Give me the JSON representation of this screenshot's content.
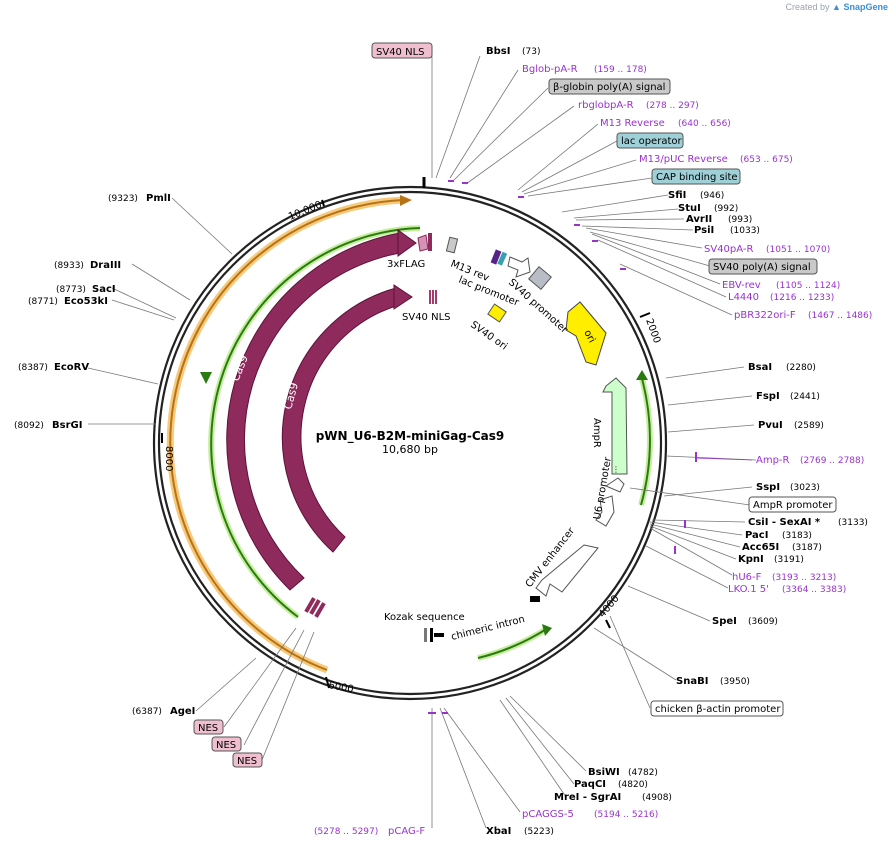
{
  "credit": {
    "prefix": "Created by",
    "brand": "SnapGene"
  },
  "plasmid": {
    "name": "pWN_U6-B2M-miniGag-Cas9",
    "length_label": "10,680 bp",
    "length": 10680
  },
  "colors": {
    "cas9": "#8f2a5c",
    "cas9_stroke": "#5c1338",
    "orange": "#f7b64b",
    "green": "#2a7a11",
    "green_glow": "#c4ee9b",
    "primer": "#9933cc",
    "gray_box": "#c9c9c9",
    "teal_box": "#9fd0d8",
    "pink_box": "#f0bfcf",
    "ori": "#ffee00",
    "ampr": "#ccffcc"
  },
  "ruler": [
    {
      "pos": 2000,
      "label": "2000"
    },
    {
      "pos": 4000,
      "label": "4000"
    },
    {
      "pos": 6000,
      "label": "6000"
    },
    {
      "pos": 8000,
      "label": "8000"
    },
    {
      "pos": 10000,
      "label": "10,000"
    }
  ],
  "sites": [
    {
      "name": "BbsI",
      "pos": "(73)",
      "bold": true,
      "color": "#000000"
    },
    {
      "name": "Bglob-pA-R",
      "pos": "(159 .. 178)",
      "bold": false,
      "color": "#9933cc"
    },
    {
      "name": "β-globin poly(A) signal",
      "pos": "",
      "box": "gray"
    },
    {
      "name": "rbglobpA-R",
      "pos": "(278 .. 297)",
      "bold": false,
      "color": "#9933cc"
    },
    {
      "name": "M13 Reverse",
      "pos": "(640 .. 656)",
      "bold": false,
      "color": "#9933cc"
    },
    {
      "name": "lac operator",
      "pos": "",
      "box": "teal"
    },
    {
      "name": "M13/pUC Reverse",
      "pos": "(653 .. 675)",
      "bold": false,
      "color": "#9933cc"
    },
    {
      "name": "CAP binding site",
      "pos": "",
      "box": "teal"
    },
    {
      "name": "SfiI",
      "pos": "(946)",
      "bold": true,
      "color": "#000000"
    },
    {
      "name": "StuI",
      "pos": "(992)",
      "bold": true,
      "color": "#000000"
    },
    {
      "name": "AvrII",
      "pos": "(993)",
      "bold": true,
      "color": "#000000"
    },
    {
      "name": "PsiI",
      "pos": "(1033)",
      "bold": true,
      "color": "#000000"
    },
    {
      "name": "SV40pA-R",
      "pos": "(1051 .. 1070)",
      "bold": false,
      "color": "#9933cc"
    },
    {
      "name": "SV40 poly(A) signal",
      "pos": "",
      "box": "gray"
    },
    {
      "name": "EBV-rev",
      "pos": "(1105 .. 1124)",
      "bold": false,
      "color": "#9933cc"
    },
    {
      "name": "L4440",
      "pos": "(1216 .. 1233)",
      "bold": false,
      "color": "#9933cc"
    },
    {
      "name": "pBR322ori-F",
      "pos": "(1467 .. 1486)",
      "bold": false,
      "color": "#9933cc"
    },
    {
      "name": "BsaI",
      "pos": "(2280)",
      "bold": true,
      "color": "#000000"
    },
    {
      "name": "FspI",
      "pos": "(2441)",
      "bold": true,
      "color": "#000000"
    },
    {
      "name": "PvuI",
      "pos": "(2589)",
      "bold": true,
      "color": "#000000"
    },
    {
      "name": "Amp-R",
      "pos": "(2769 .. 2788)",
      "bold": false,
      "color": "#9933cc"
    },
    {
      "name": "SspI",
      "pos": "(3023)",
      "bold": true,
      "color": "#000000"
    },
    {
      "name": "AmpR promoter",
      "pos": "",
      "box": "white"
    },
    {
      "name": "CsiI  - SexAI *",
      "pos": "(3133)",
      "bold": true,
      "color": "#000000"
    },
    {
      "name": "PacI",
      "pos": "(3183)",
      "bold": true,
      "color": "#000000"
    },
    {
      "name": "Acc65I",
      "pos": "(3187)",
      "bold": true,
      "color": "#000000"
    },
    {
      "name": "KpnI",
      "pos": "(3191)",
      "bold": true,
      "color": "#000000"
    },
    {
      "name": "hU6-F",
      "pos": "(3193 .. 3213)",
      "bold": false,
      "color": "#9933cc"
    },
    {
      "name": "LKO.1 5'",
      "pos": "(3364 .. 3383)",
      "bold": false,
      "color": "#9933cc"
    },
    {
      "name": "SpeI",
      "pos": "(3609)",
      "bold": true,
      "color": "#000000"
    },
    {
      "name": "SnaBI",
      "pos": "(3950)",
      "bold": true,
      "color": "#000000"
    },
    {
      "name": "chicken β-actin promoter",
      "pos": "",
      "box": "white"
    },
    {
      "name": "BsiWI",
      "pos": "(4782)",
      "bold": true,
      "color": "#000000"
    },
    {
      "name": "PaqCI",
      "pos": "(4820)",
      "bold": true,
      "color": "#000000"
    },
    {
      "name": "MreI  - SgrAI",
      "pos": "(4908)",
      "bold": true,
      "color": "#000000"
    },
    {
      "name": "pCAGGS-5",
      "pos": "(5194 .. 5216)",
      "bold": false,
      "color": "#9933cc"
    },
    {
      "name": "XbaI",
      "pos": "(5223)",
      "bold": true,
      "color": "#000000"
    },
    {
      "name": "pCAG-F",
      "pos": "(5278 .. 5297)",
      "bold": false,
      "color": "#9933cc"
    },
    {
      "name": "AgeI",
      "pos": "(6387)",
      "bold": true,
      "color": "#000000"
    },
    {
      "name": "NES",
      "pos": "",
      "box": "pink"
    },
    {
      "name": "NES",
      "pos": "",
      "box": "pink"
    },
    {
      "name": "NES",
      "pos": "",
      "box": "pink"
    },
    {
      "name": "BsrGI",
      "pos": "(8092)",
      "bold": true,
      "color": "#000000"
    },
    {
      "name": "EcoRV",
      "pos": "(8387)",
      "bold": true,
      "color": "#000000"
    },
    {
      "name": "Eco53kI",
      "pos": "(8771)",
      "bold": true,
      "color": "#000000"
    },
    {
      "name": "SacI",
      "pos": "(8773)",
      "bold": true,
      "color": "#000000"
    },
    {
      "name": "DraIII",
      "pos": "(8933)",
      "bold": true,
      "color": "#000000"
    },
    {
      "name": "PmlI",
      "pos": "(9323)",
      "bold": true,
      "color": "#000000"
    },
    {
      "name": "SV40 NLS",
      "pos": "",
      "box": "pink"
    }
  ],
  "features": [
    {
      "name": "Cas9",
      "label": "Cas9"
    },
    {
      "name": "Cas9",
      "label": "Cas9"
    },
    {
      "name": "3xFLAG",
      "label": "3xFLAG"
    },
    {
      "name": "SV40 NLS",
      "label": "SV40 NLS"
    },
    {
      "name": "M13 rev",
      "label": "M13 rev"
    },
    {
      "name": "lac promoter",
      "label": "lac promoter"
    },
    {
      "name": "SV40 promoter",
      "label": "SV40 promoter"
    },
    {
      "name": "SV40 ori",
      "label": "SV40 ori"
    },
    {
      "name": "ori",
      "label": "ori"
    },
    {
      "name": "AmpR",
      "label": "AmpR"
    },
    {
      "name": "U6 promoter",
      "label": "U6 promoter"
    },
    {
      "name": "CMV enhancer",
      "label": "CMV enhancer"
    },
    {
      "name": "Kozak sequence",
      "label": "Kozak sequence"
    },
    {
      "name": "chimeric intron",
      "label": "chimeric intron"
    }
  ]
}
